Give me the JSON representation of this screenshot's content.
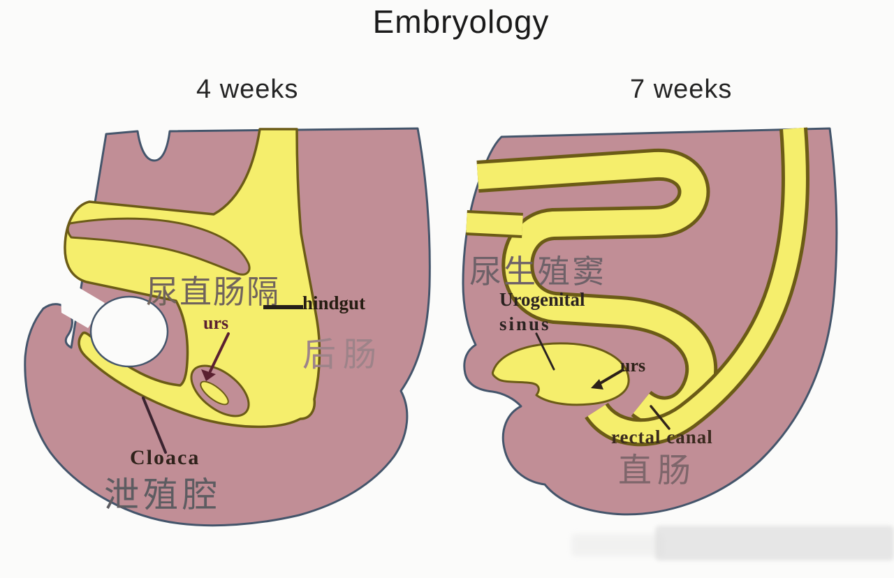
{
  "title": "Embryology",
  "panels": [
    {
      "id": "week4",
      "stage_label": "4 weeks",
      "labels": {
        "septum_zh": "尿直肠隔",
        "hindgut_en": "hindgut",
        "urs": "urs",
        "hindgut_zh": "后肠",
        "cloaca_en": "Cloaca",
        "cloaca_zh": "泄殖腔"
      }
    },
    {
      "id": "week7",
      "stage_label": "7 weeks",
      "labels": {
        "sinus_zh": "尿生殖窦",
        "sinus_en_line1": "Urogenital",
        "sinus_en_line2": "sinus",
        "urs": "urs",
        "rectal_en": "rectal canal",
        "rectal_zh": "直肠"
      }
    }
  ],
  "colors": {
    "background": "#fbfbfa",
    "body_pink": "#c18e96",
    "tube_yellow": "#f5ee6c",
    "tube_outline": "#6b5b16",
    "body_outline": "#44556b",
    "pointer_dark": "#31241a",
    "urs_maroon": "#5a2030",
    "watermark_gray": "#d9d9d9"
  }
}
